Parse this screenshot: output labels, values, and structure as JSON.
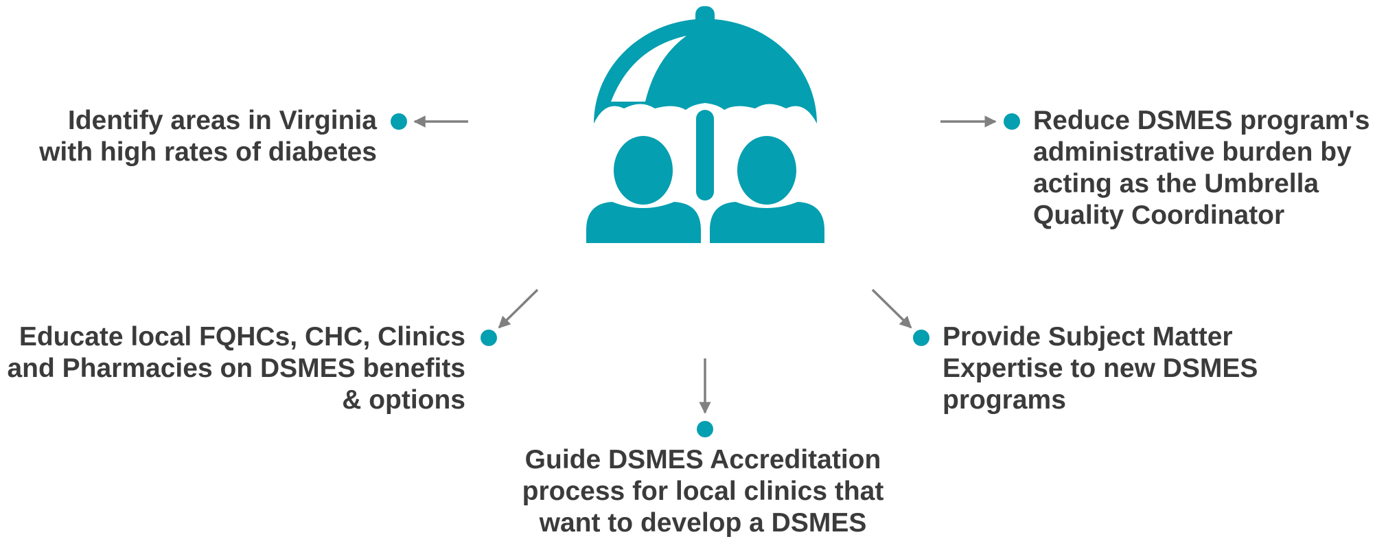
{
  "colors": {
    "accent": "#049fb0",
    "arrow": "#808080",
    "text": "#3b3b3b",
    "background": "#ffffff"
  },
  "icon": {
    "name": "umbrella-people-icon"
  },
  "items": [
    {
      "id": "tl",
      "lines": [
        "Identify areas in Virginia",
        "with high rates of diabetes"
      ]
    },
    {
      "id": "tr",
      "lines": [
        "Reduce DSMES program's",
        "administrative burden by",
        "acting as the Umbrella",
        "Quality Coordinator"
      ]
    },
    {
      "id": "ml",
      "lines": [
        "Educate local FQHCs, CHC, Clinics",
        "and Pharmacies on DSMES benefits",
        "& options"
      ]
    },
    {
      "id": "mr",
      "lines": [
        "Provide Subject Matter",
        "Expertise to new DSMES",
        "programs"
      ]
    },
    {
      "id": "bc",
      "lines": [
        "Guide DSMES Accreditation",
        "process for local clinics that",
        "want to develop a DSMES"
      ]
    }
  ]
}
